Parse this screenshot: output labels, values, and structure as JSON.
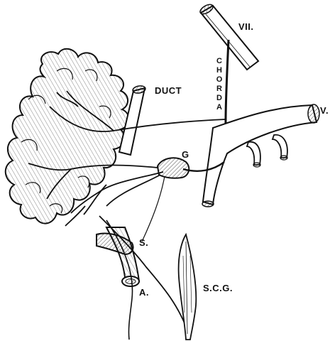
{
  "labels": {
    "vii": "VII.",
    "chorda": "CHORDA",
    "duct": "DUCT",
    "v": "V.",
    "g": "G",
    "s": "S.",
    "scg": "S.C.G.",
    "a": "A."
  },
  "colors": {
    "ink": "#111111",
    "paper": "#ffffff"
  }
}
